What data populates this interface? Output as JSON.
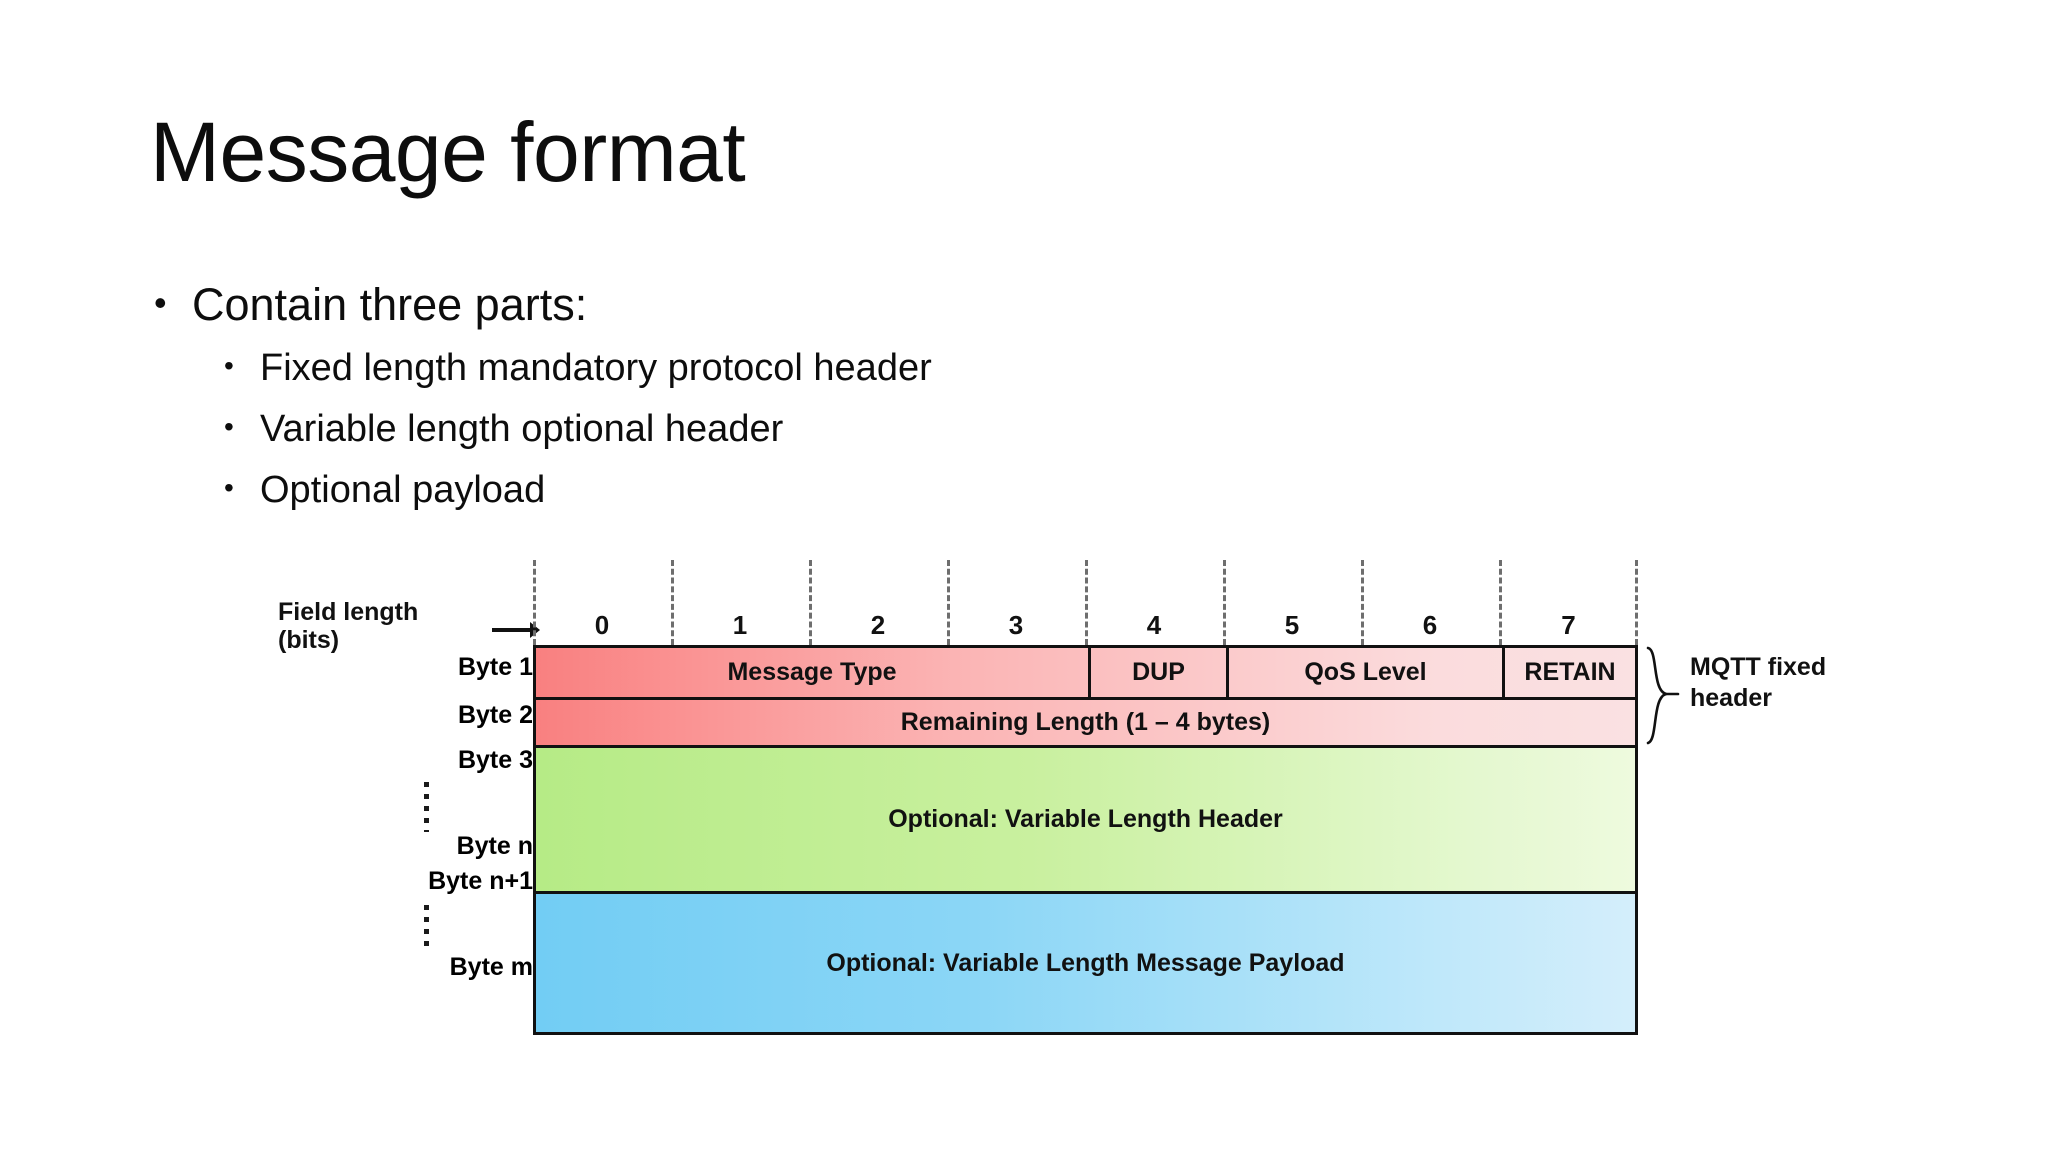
{
  "slide": {
    "title": "Message format"
  },
  "bullets": {
    "level1": "Contain three parts:",
    "bullet_glyph": "•",
    "items": [
      "Fixed length mandatory protocol header",
      "Variable length optional header",
      "Optional payload"
    ]
  },
  "diagram": {
    "field_length_label_line1": "Field length",
    "field_length_label_line2": "(bits)",
    "arrow_icon": "right-arrow-icon",
    "bit_numbers": [
      "0",
      "1",
      "2",
      "3",
      "4",
      "5",
      "6",
      "7"
    ],
    "row_labels": [
      "Byte 1",
      "Byte 2",
      "Byte 3",
      "Byte n",
      "Byte n+1",
      "Byte m"
    ],
    "byte1_fields": [
      {
        "name": "Message Type",
        "bits": 4
      },
      {
        "name": "DUP",
        "bits": 1
      },
      {
        "name": "QoS Level",
        "bits": 2
      },
      {
        "name": "RETAIN",
        "bits": 1
      }
    ],
    "byte2_field": "Remaining Length (1 – 4 bytes)",
    "variable_header_field": "Optional: Variable Length Header",
    "payload_field": "Optional: Variable Length Message Payload",
    "brace_note_line1": "MQTT fixed",
    "brace_note_line2": "header",
    "colors": {
      "fixed_header_left": "#f98080",
      "fixed_header_right": "#fae1e2",
      "variable_header_left": "#b6eb86",
      "variable_header_right": "#eefade",
      "payload_left": "#72cdf4",
      "payload_right": "#d4eefb",
      "outline": "#111111",
      "tick": "#6e6e6e"
    }
  }
}
